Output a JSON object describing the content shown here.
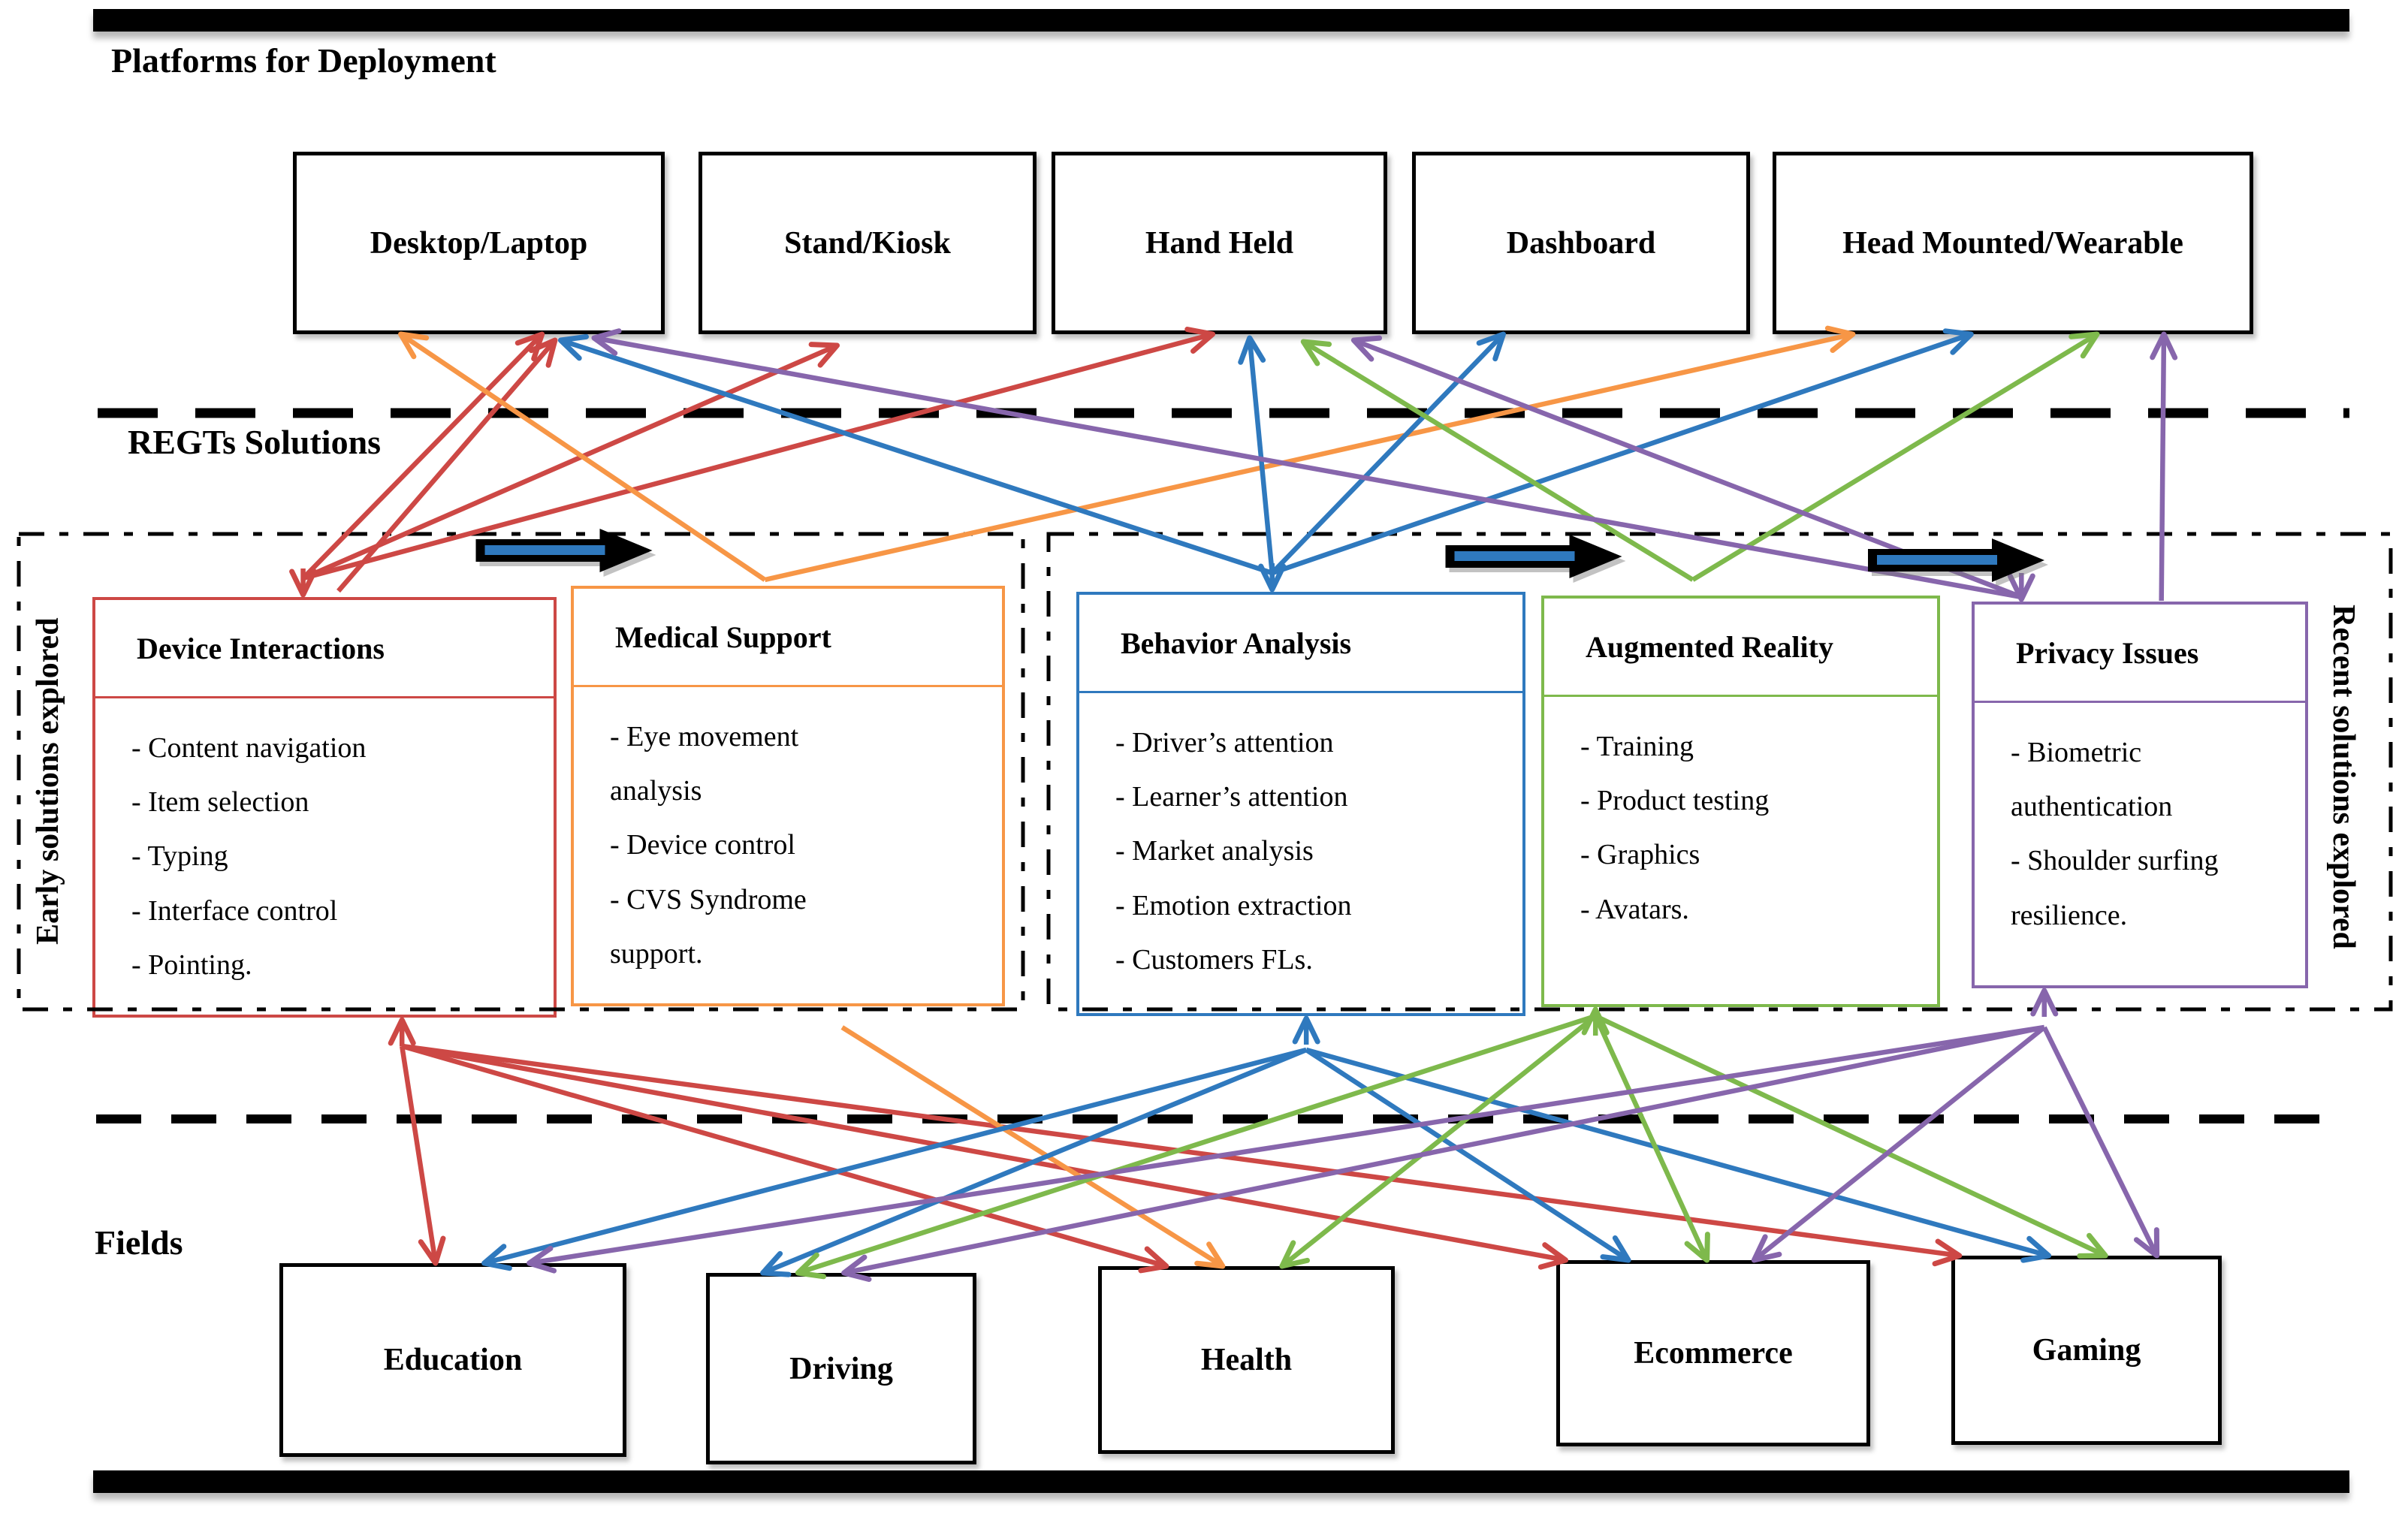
{
  "title": "Platforms for Deployment",
  "section_labels": {
    "solutions": "REGTs Solutions",
    "fields": "Fields",
    "early": "Early solutions explored",
    "recent": "Recent solutions explored"
  },
  "platforms": [
    {
      "id": "desktop-laptop",
      "label": "Desktop/Laptop"
    },
    {
      "id": "stand-kiosk",
      "label": "Stand/Kiosk"
    },
    {
      "id": "hand-held",
      "label": "Hand Held"
    },
    {
      "id": "dashboard",
      "label": "Dashboard"
    },
    {
      "id": "head-mounted",
      "label": "Head Mounted/Wearable"
    }
  ],
  "solutions": [
    {
      "id": "device-interactions",
      "title": "Device Interactions",
      "color": "red",
      "items": [
        "- Content navigation",
        "- Item selection",
        "- Typing",
        "- Interface control",
        "- Pointing."
      ]
    },
    {
      "id": "medical-support",
      "title": "Medical Support",
      "color": "orange",
      "items": [
        "- Eye movement analysis",
        "- Device control",
        "- CVS Syndrome support."
      ]
    },
    {
      "id": "behavior-analysis",
      "title": "Behavior Analysis",
      "color": "blue",
      "items": [
        "- Driver’s attention",
        "- Learner’s attention",
        "- Market analysis",
        "- Emotion extraction",
        "- Customers FLs."
      ]
    },
    {
      "id": "augmented-reality",
      "title": "Augmented Reality",
      "color": "green",
      "items": [
        "- Training",
        "- Product testing",
        "- Graphics",
        "- Avatars."
      ]
    },
    {
      "id": "privacy-issues",
      "title": "Privacy Issues",
      "color": "purple",
      "items": [
        "- Biometric authentication",
        "- Shoulder surfing resilience."
      ]
    }
  ],
  "fields": [
    {
      "id": "education",
      "label": "Education"
    },
    {
      "id": "driving",
      "label": "Driving"
    },
    {
      "id": "health",
      "label": "Health"
    },
    {
      "id": "ecommerce",
      "label": "Ecommerce"
    },
    {
      "id": "gaming",
      "label": "Gaming"
    }
  ],
  "colors": {
    "red": "#CD4845",
    "orange": "#F79646",
    "blue": "#2F79BE",
    "green": "#7EB94C",
    "purple": "#8766AC",
    "black": "#000000",
    "block_arrow_stripe": "#2F79BE"
  },
  "connections": [
    {
      "from": "device-interactions",
      "fromEdge": "top",
      "fromFrac": 0.454,
      "fromDy": -25,
      "to": "desktop-laptop",
      "toEdge": "bottom",
      "toFrac": 0.67,
      "toDy": 0,
      "color": "red"
    },
    {
      "from": "device-interactions",
      "fromEdge": "top",
      "fromFrac": 0.53,
      "fromDy": -8,
      "to": "desktop-laptop",
      "toEdge": "bottom",
      "toFrac": 0.705,
      "toDy": 8,
      "color": "red"
    },
    {
      "from": "device-interactions",
      "fromEdge": "top",
      "fromFrac": 0.454,
      "fromDy": -25,
      "to": "stand-kiosk",
      "toEdge": "bottom",
      "toFrac": 0.41,
      "toDy": 15,
      "color": "red"
    },
    {
      "from": "device-interactions",
      "fromEdge": "top",
      "fromFrac": 0.454,
      "fromDy": -25,
      "to": "hand-held",
      "toEdge": "bottom",
      "toFrac": 0.48,
      "toDy": 0,
      "color": "red"
    },
    {
      "from": "medical-support",
      "fromEdge": "top",
      "fromFrac": 0.447,
      "fromDy": -8,
      "to": "desktop-laptop",
      "toEdge": "bottom",
      "toFrac": 0.29,
      "toDy": 0,
      "color": "orange"
    },
    {
      "from": "medical-support",
      "fromEdge": "top",
      "fromFrac": 0.447,
      "fromDy": -8,
      "to": "head-mounted",
      "toEdge": "bottom",
      "toFrac": 0.167,
      "toDy": 0,
      "color": "orange"
    },
    {
      "from": "behavior-analysis",
      "fromEdge": "top",
      "fromFrac": 0.436,
      "fromDy": -25,
      "to": "desktop-laptop",
      "toEdge": "bottom",
      "toFrac": 0.72,
      "toDy": 8,
      "color": "blue"
    },
    {
      "from": "behavior-analysis",
      "fromEdge": "top",
      "fromFrac": 0.436,
      "fromDy": -25,
      "to": "hand-held",
      "toEdge": "bottom",
      "toFrac": 0.59,
      "toDy": 5,
      "color": "blue"
    },
    {
      "from": "behavior-analysis",
      "fromEdge": "top",
      "fromFrac": 0.436,
      "fromDy": -25,
      "to": "dashboard",
      "toEdge": "bottom",
      "toFrac": 0.27,
      "toDy": 0,
      "color": "blue"
    },
    {
      "from": "behavior-analysis",
      "fromEdge": "top",
      "fromFrac": 0.436,
      "fromDy": -25,
      "to": "head-mounted",
      "toEdge": "bottom",
      "toFrac": 0.413,
      "toDy": 0,
      "color": "blue"
    },
    {
      "from": "augmented-reality",
      "fromEdge": "top",
      "fromFrac": 0.38,
      "fromDy": -21,
      "to": "hand-held",
      "toEdge": "bottom",
      "toFrac": 0.75,
      "toDy": 10,
      "color": "green"
    },
    {
      "from": "augmented-reality",
      "fromEdge": "top",
      "fromFrac": 0.38,
      "fromDy": -21,
      "to": "head-mounted",
      "toEdge": "bottom",
      "toFrac": 0.675,
      "toDy": 0,
      "color": "green"
    },
    {
      "from": "privacy-issues",
      "fromEdge": "top",
      "fromFrac": 0.148,
      "fromDy": -6,
      "to": "desktop-laptop",
      "toEdge": "bottom",
      "toFrac": 0.81,
      "toDy": 5,
      "color": "purple"
    },
    {
      "from": "privacy-issues",
      "fromEdge": "top",
      "fromFrac": 0.148,
      "fromDy": -6,
      "to": "hand-held",
      "toEdge": "bottom",
      "toFrac": 0.9,
      "toDy": 8,
      "color": "purple"
    },
    {
      "from": "privacy-issues",
      "fromEdge": "top",
      "fromFrac": 0.564,
      "fromDy": -1,
      "to": "head-mounted",
      "toEdge": "bottom",
      "toFrac": 0.814,
      "toDy": 0,
      "color": "purple"
    },
    {
      "from": "device-interactions",
      "fromEdge": "bottom",
      "fromFrac": 0.667,
      "fromDy": 38,
      "to": "education",
      "toEdge": "top",
      "toFrac": 0.45,
      "toDy": 0,
      "color": "red"
    },
    {
      "from": "device-interactions",
      "fromEdge": "bottom",
      "fromFrac": 0.667,
      "fromDy": 38,
      "to": "health",
      "toEdge": "top",
      "toFrac": 0.23,
      "toDy": 0,
      "color": "red"
    },
    {
      "from": "device-interactions",
      "fromEdge": "bottom",
      "fromFrac": 0.667,
      "fromDy": 38,
      "to": "ecommerce",
      "toEdge": "top",
      "toFrac": 0.03,
      "toDy": 0,
      "color": "red"
    },
    {
      "from": "device-interactions",
      "fromEdge": "bottom",
      "fromFrac": 0.667,
      "fromDy": 38,
      "to": "gaming",
      "toEdge": "top",
      "toFrac": 0.03,
      "toDy": 0,
      "color": "red"
    },
    {
      "from": "medical-support",
      "fromEdge": "bottom",
      "fromFrac": 0.625,
      "fromDy": 28,
      "to": "health",
      "toEdge": "top",
      "toFrac": 0.42,
      "toDy": 0,
      "color": "orange"
    },
    {
      "from": "behavior-analysis",
      "fromEdge": "bottom",
      "fromFrac": 0.512,
      "fromDy": 45,
      "to": "education",
      "toEdge": "top",
      "toFrac": 0.59,
      "toDy": 0,
      "color": "blue"
    },
    {
      "from": "behavior-analysis",
      "fromEdge": "bottom",
      "fromFrac": 0.512,
      "fromDy": 45,
      "to": "driving",
      "toEdge": "top",
      "toFrac": 0.21,
      "toDy": 0,
      "color": "blue"
    },
    {
      "from": "behavior-analysis",
      "fromEdge": "bottom",
      "fromFrac": 0.512,
      "fromDy": 45,
      "to": "ecommerce",
      "toEdge": "top",
      "toFrac": 0.23,
      "toDy": 0,
      "color": "blue"
    },
    {
      "from": "behavior-analysis",
      "fromEdge": "bottom",
      "fromFrac": 0.512,
      "fromDy": 45,
      "to": "gaming",
      "toEdge": "top",
      "toFrac": 0.36,
      "toDy": 0,
      "color": "blue"
    },
    {
      "from": "augmented-reality",
      "fromEdge": "bottom",
      "fromFrac": 0.136,
      "fromDy": 12,
      "to": "driving",
      "toEdge": "top",
      "toFrac": 0.34,
      "toDy": 0,
      "color": "green"
    },
    {
      "from": "augmented-reality",
      "fromEdge": "bottom",
      "fromFrac": 0.136,
      "fromDy": 12,
      "to": "health",
      "toEdge": "top",
      "toFrac": 0.62,
      "toDy": 0,
      "color": "green"
    },
    {
      "from": "augmented-reality",
      "fromEdge": "bottom",
      "fromFrac": 0.136,
      "fromDy": 12,
      "to": "ecommerce",
      "toEdge": "top",
      "toFrac": 0.48,
      "toDy": 0,
      "color": "green"
    },
    {
      "from": "augmented-reality",
      "fromEdge": "bottom",
      "fromFrac": 0.136,
      "fromDy": 12,
      "to": "gaming",
      "toEdge": "top",
      "toFrac": 0.57,
      "toDy": 0,
      "color": "green"
    },
    {
      "from": "privacy-issues",
      "fromEdge": "bottom",
      "fromFrac": 0.216,
      "fromDy": 52,
      "to": "education",
      "toEdge": "top",
      "toFrac": 0.72,
      "toDy": 0,
      "color": "purple"
    },
    {
      "from": "privacy-issues",
      "fromEdge": "bottom",
      "fromFrac": 0.216,
      "fromDy": 52,
      "to": "driving",
      "toEdge": "top",
      "toFrac": 0.51,
      "toDy": 0,
      "color": "purple"
    },
    {
      "from": "privacy-issues",
      "fromEdge": "bottom",
      "fromFrac": 0.216,
      "fromDy": 52,
      "to": "ecommerce",
      "toEdge": "top",
      "toFrac": 0.63,
      "toDy": 0,
      "color": "purple"
    },
    {
      "from": "privacy-issues",
      "fromEdge": "bottom",
      "fromFrac": 0.216,
      "fromDy": 52,
      "to": "gaming",
      "toEdge": "top",
      "toFrac": 0.76,
      "toDy": 0,
      "color": "purple"
    }
  ],
  "self_arrowheads": [
    {
      "node": "device-interactions",
      "edge": "top",
      "frac": 0.454,
      "color": "red"
    },
    {
      "node": "device-interactions",
      "edge": "bottom",
      "frac": 0.667,
      "color": "red"
    },
    {
      "node": "behavior-analysis",
      "edge": "top",
      "frac": 0.436,
      "color": "blue"
    },
    {
      "node": "behavior-analysis",
      "edge": "bottom",
      "frac": 0.512,
      "color": "blue"
    },
    {
      "node": "augmented-reality",
      "edge": "bottom",
      "frac": 0.136,
      "color": "green"
    },
    {
      "node": "privacy-issues",
      "edge": "top",
      "frac": 0.148,
      "color": "purple"
    },
    {
      "node": "privacy-issues",
      "edge": "bottom",
      "frac": 0.216,
      "color": "purple"
    }
  ],
  "block_arrows": [
    {
      "after": "device-interactions",
      "before": "medical-support"
    },
    {
      "after": "behavior-analysis",
      "before": "augmented-reality"
    },
    {
      "after": "augmented-reality",
      "before": "privacy-issues"
    }
  ]
}
